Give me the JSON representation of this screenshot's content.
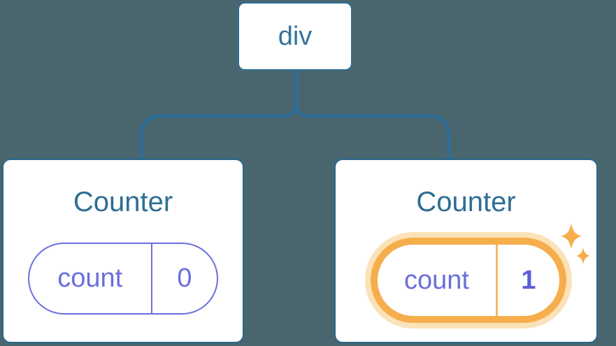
{
  "diagram": {
    "description": "React component tree with state",
    "background_color": "#49666F",
    "root": {
      "label": "div"
    },
    "children": [
      {
        "title": "Counter",
        "state": {
          "name": "count",
          "value": "0"
        },
        "highlighted": false
      },
      {
        "title": "Counter",
        "state": {
          "name": "count",
          "value": "1"
        },
        "highlighted": true
      }
    ],
    "colors": {
      "card_background": "#FFFFFF",
      "card_border": "#27688E",
      "connector_line": "#2C6F9B",
      "root_label_text": "#35749D",
      "title_text": "#2E6E94",
      "state_accent_purple": "#6B6FDC",
      "state_value_bold_purple": "#5A5ED8",
      "highlight_ring_orange": "#F6AE4D",
      "highlight_glow_orange": "#FBE2B8",
      "highlight_divider_orange": "#F6B966",
      "sparkle_orange": "#F6AD4C"
    }
  }
}
